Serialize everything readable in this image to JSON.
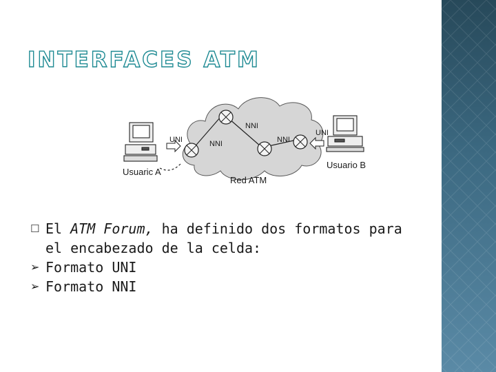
{
  "slide": {
    "title": "INTERFACES ATM",
    "diagram": {
      "user_a": "Usuaric A",
      "user_b": "Usuario B",
      "network": "Red ATM",
      "uni_left": "UNI",
      "uni_right": "UNI",
      "nni_top": "NNI",
      "nni_left": "NNI",
      "nni_right": "NNI"
    },
    "paragraph": {
      "prefix": "El ",
      "emphasis": "ATM Forum,",
      "suffix": " ha definido dos formatos para",
      "continuation": "el encabezado de la celda:"
    },
    "items": [
      "Formato UNI",
      "Formato NNI"
    ]
  },
  "colors": {
    "title_outline": "#1e8a93",
    "sidebar": "#3b6880",
    "cloud": "#d6d6d6"
  },
  "icons": {
    "paragraph_bullet": "square-bullet-icon",
    "list_bullet": "arrow-bullet-icon"
  }
}
